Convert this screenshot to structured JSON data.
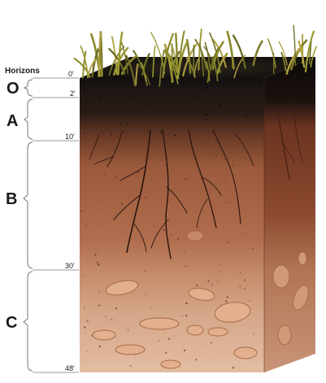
{
  "diagram": {
    "heading": "Horizons",
    "horizons": [
      {
        "name": "O",
        "top": "0'",
        "bottom": "2'"
      },
      {
        "name": "A",
        "top": "2'",
        "bottom": "10'"
      },
      {
        "name": "B",
        "top": "10'",
        "bottom": "30'"
      },
      {
        "name": "C",
        "top": "30'",
        "bottom": "48'"
      }
    ],
    "depth_marks": [
      "0'",
      "2'",
      "10'",
      "30'",
      "48'"
    ]
  }
}
